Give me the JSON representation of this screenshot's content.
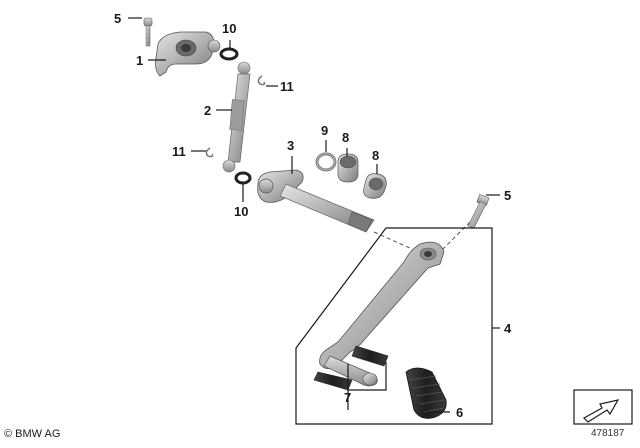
{
  "callouts": {
    "c1": "1",
    "c2": "2",
    "c3": "3",
    "c4": "4",
    "c5a": "5",
    "c5b": "5",
    "c6": "6",
    "c7": "7",
    "c8a": "8",
    "c8b": "8",
    "c9": "9",
    "c10a": "10",
    "c10b": "10",
    "c11a": "11",
    "c11b": "11"
  },
  "footer": {
    "copyright": "© BMW AG",
    "doc_number": "478187"
  },
  "colors": {
    "part_light": "#d4d4d4",
    "part_mid": "#a8a8a8",
    "part_dark": "#6e6e6e",
    "rubber": "#2e2e2e",
    "line": "#1a1a1a"
  }
}
